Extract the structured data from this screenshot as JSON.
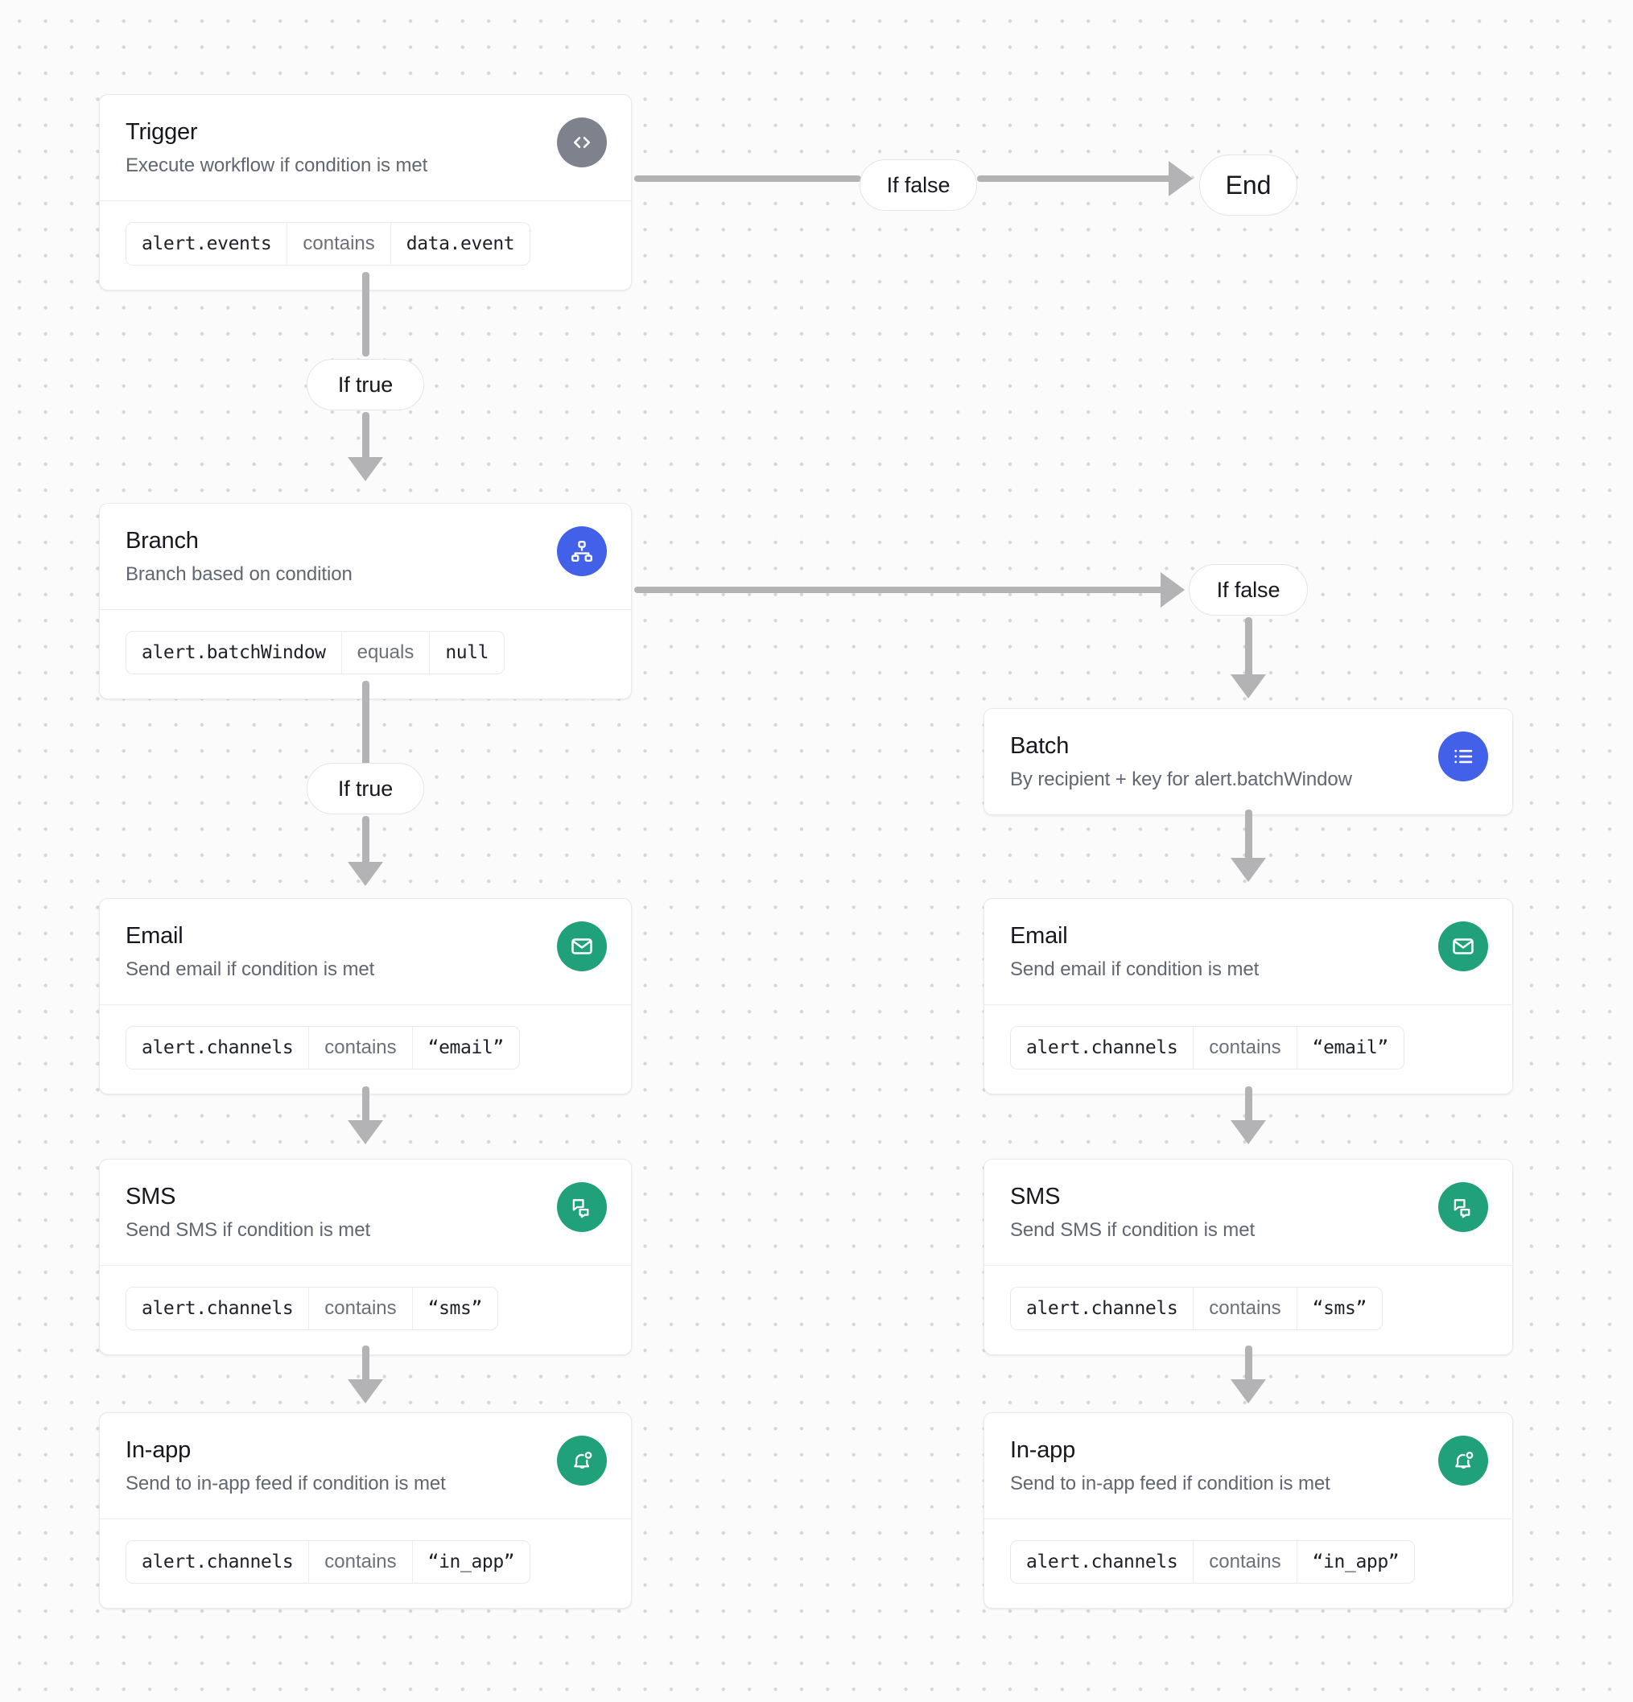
{
  "canvas": {
    "background": "#fbfbfb",
    "dot_color": "#d7d7db",
    "connector_color": "#b3b3b5"
  },
  "colors": {
    "trigger_icon_bg": "#7e828d",
    "branch_icon_bg": "#4361e8",
    "batch_icon_bg": "#4361e8",
    "channel_icon_bg": "#21a179",
    "card_border": "#e9e9ee",
    "title": "#16181d",
    "subtitle": "#616670"
  },
  "nodes": {
    "trigger": {
      "title": "Trigger",
      "subtitle": "Execute workflow if condition is met",
      "icon": "code-brackets-icon",
      "condition": {
        "field": "alert.events",
        "operator": "contains",
        "value": "data.event"
      }
    },
    "branch": {
      "title": "Branch",
      "subtitle": "Branch based on condition",
      "icon": "hierarchy-icon",
      "condition": {
        "field": "alert.batchWindow",
        "operator": "equals",
        "value": "null"
      }
    },
    "batch": {
      "title": "Batch",
      "subtitle": "By recipient + key for alert.batchWindow",
      "icon": "list-icon"
    },
    "email_left": {
      "title": "Email",
      "subtitle": "Send email if condition is met",
      "icon": "envelope-icon",
      "condition": {
        "field": "alert.channels",
        "operator": "contains",
        "value": "“email”"
      }
    },
    "sms_left": {
      "title": "SMS",
      "subtitle": "Send SMS if condition is met",
      "icon": "chat-bubbles-icon",
      "condition": {
        "field": "alert.channels",
        "operator": "contains",
        "value": "“sms”"
      }
    },
    "inapp_left": {
      "title": "In-app",
      "subtitle": "Send to in-app feed if condition is met",
      "icon": "bell-notification-icon",
      "condition": {
        "field": "alert.channels",
        "operator": "contains",
        "value": "“in_app”"
      }
    },
    "email_right": {
      "title": "Email",
      "subtitle": "Send email if condition is met",
      "icon": "envelope-icon",
      "condition": {
        "field": "alert.channels",
        "operator": "contains",
        "value": "“email”"
      }
    },
    "sms_right": {
      "title": "SMS",
      "subtitle": "Send SMS if condition is met",
      "icon": "chat-bubbles-icon",
      "condition": {
        "field": "alert.channels",
        "operator": "contains",
        "value": "“sms”"
      }
    },
    "inapp_right": {
      "title": "In-app",
      "subtitle": "Send to in-app feed if condition is met",
      "icon": "bell-notification-icon",
      "condition": {
        "field": "alert.channels",
        "operator": "contains",
        "value": "“in_app”"
      }
    }
  },
  "pills": {
    "trigger_false": "If false",
    "end": "End",
    "trigger_true": "If true",
    "branch_false": "If false",
    "branch_true": "If true"
  }
}
